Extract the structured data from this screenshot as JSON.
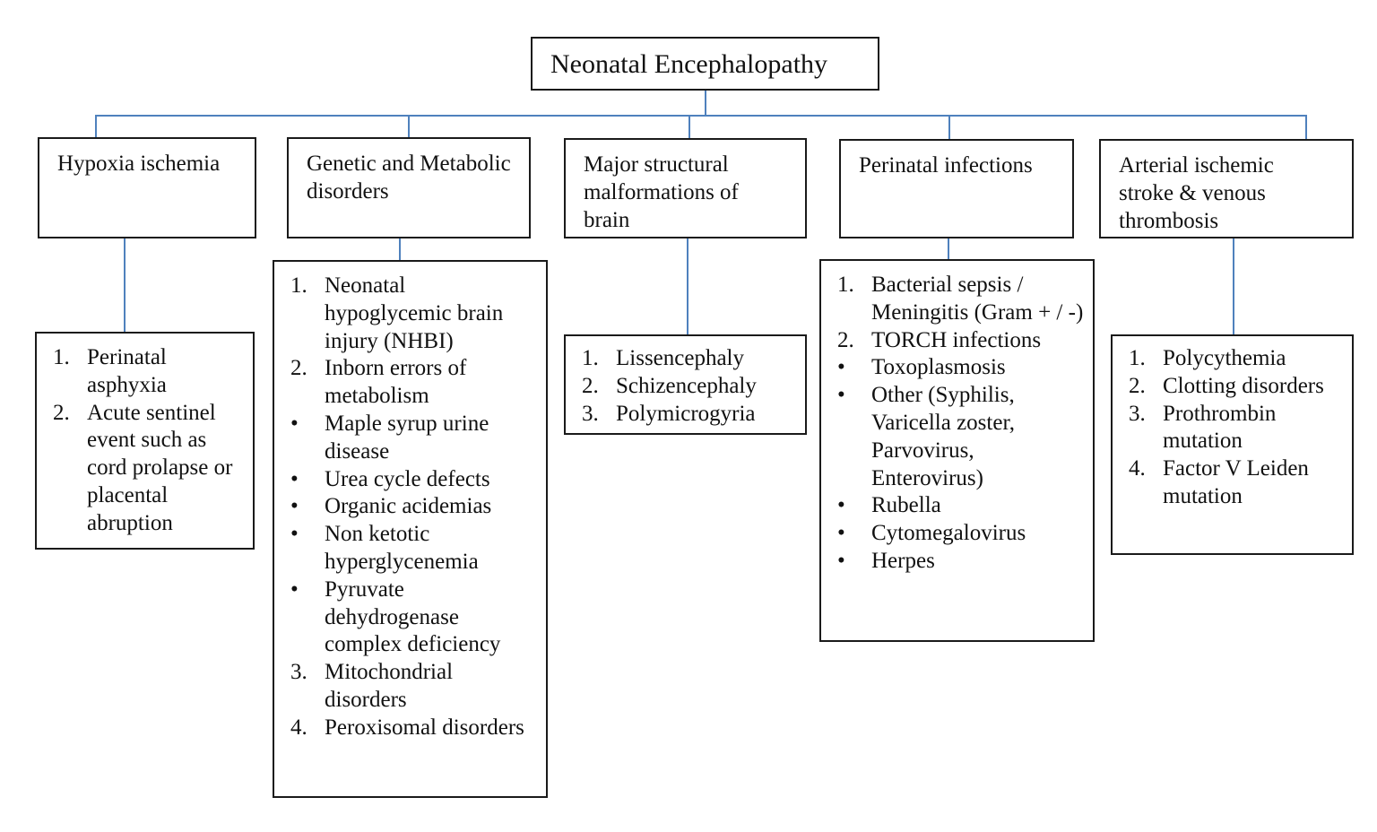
{
  "title": "Neonatal Encephalopathy",
  "categories": [
    {
      "label": "Hypoxia ischemia",
      "items": [
        {
          "marker": "1.",
          "text": "Perinatal asphyxia"
        },
        {
          "marker": "2.",
          "text": "Acute sentinel event such as cord prolapse or placental abruption"
        }
      ]
    },
    {
      "label": "Genetic and Metabolic disorders",
      "items": [
        {
          "marker": "1.",
          "text": "Neonatal hypoglycemic brain injury (NHBI)"
        },
        {
          "marker": "2.",
          "text": "Inborn errors of metabolism"
        },
        {
          "marker": "•",
          "text": "Maple syrup urine disease"
        },
        {
          "marker": "•",
          "text": "Urea cycle defects"
        },
        {
          "marker": "•",
          "text": "Organic acidemias"
        },
        {
          "marker": "•",
          "text": "Non ketotic hyperglycenemia"
        },
        {
          "marker": "•",
          "text": "Pyruvate dehydrogenase complex deficiency"
        },
        {
          "marker": "3.",
          "text": "Mitochondrial disorders"
        },
        {
          "marker": "4.",
          "text": "Peroxisomal disorders"
        }
      ]
    },
    {
      "label": "Major structural malformations of brain",
      "items": [
        {
          "marker": "1.",
          "text": "Lissencephaly"
        },
        {
          "marker": "2.",
          "text": "Schizencephaly"
        },
        {
          "marker": "3.",
          "text": "Polymicrogyria"
        }
      ]
    },
    {
      "label": "Perinatal infections",
      "items": [
        {
          "marker": "1.",
          "text": "Bacterial sepsis / Meningitis (Gram + / -)"
        },
        {
          "marker": "2.",
          "text": "TORCH infections"
        },
        {
          "marker": "•",
          "text": "Toxoplasmosis"
        },
        {
          "marker": "•",
          "text": "Other (Syphilis, Varicella zoster, Parvovirus, Enterovirus)"
        },
        {
          "marker": "•",
          "text": "Rubella"
        },
        {
          "marker": "•",
          "text": "Cytomegalovirus"
        },
        {
          "marker": "•",
          "text": "Herpes"
        }
      ]
    },
    {
      "label": "Arterial ischemic stroke & venous thrombosis",
      "items": [
        {
          "marker": "1.",
          "text": "Polycythemia"
        },
        {
          "marker": "2.",
          "text": "Clotting disorders"
        },
        {
          "marker": "3.",
          "text": "Prothrombin mutation"
        },
        {
          "marker": "4.",
          "text": "Factor V Leiden mutation"
        }
      ]
    }
  ],
  "colors": {
    "connector": "#4f81bd",
    "border": "#1a1a1a"
  }
}
